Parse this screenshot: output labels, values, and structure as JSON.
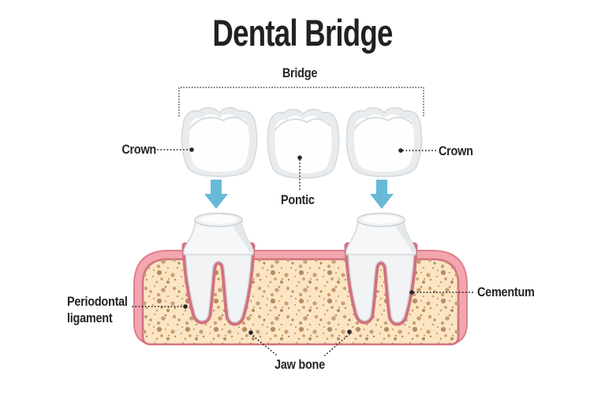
{
  "title": "Dental Bridge",
  "labels": {
    "bridge": "Bridge",
    "crown_left": "Crown",
    "crown_right": "Crown",
    "pontic": "Pontic",
    "periodontal_ligament": "Periodontal ligament",
    "cementum": "Cementum",
    "jaw_bone": "Jaw bone"
  },
  "icons": {
    "left_arrow": "down-arrow",
    "right_arrow": "down-arrow"
  },
  "colors": {
    "text": "#282425",
    "arrow_blue": "#68b9d8",
    "gum_pink": "#f2a6ae",
    "gum_outline": "#de7f8d",
    "socket_rose": "#d2707f",
    "bone_cream": "#fbe5c3",
    "bone_speckle": "#c9a074",
    "tooth_white": "#fefefe",
    "tooth_shade": "#e9ecee"
  }
}
